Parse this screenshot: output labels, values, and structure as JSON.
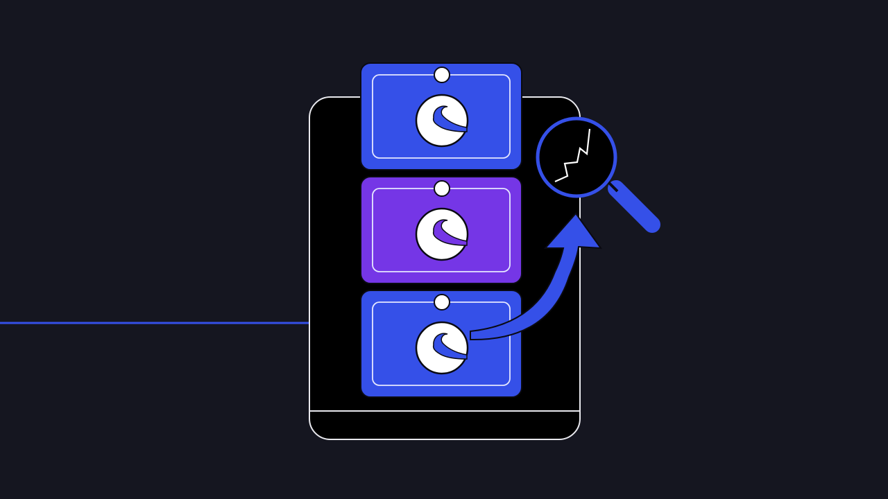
{
  "colors": {
    "background": "#151620",
    "device_fill": "#000000",
    "device_stroke": "#e9e9ee",
    "card_blue": "#3550e8",
    "card_purple": "#7536e6",
    "card_border": "#0a0a12",
    "inner_frame": "#e6e8ff",
    "pin": "#ffffff",
    "coin_fill": "#ffffff",
    "connector_line": "#3550e8",
    "arrow": "#3550e8",
    "magnifier": "#3550e8",
    "trend_line": "#ffffff"
  },
  "cards": [
    {
      "name": "card-top",
      "color": "blue"
    },
    {
      "name": "card-middle",
      "color": "purple"
    },
    {
      "name": "card-bottom",
      "color": "blue"
    }
  ],
  "icons": [
    "coin-logo-icon",
    "up-arrow-icon",
    "magnifying-glass-icon",
    "trend-line-icon"
  ]
}
